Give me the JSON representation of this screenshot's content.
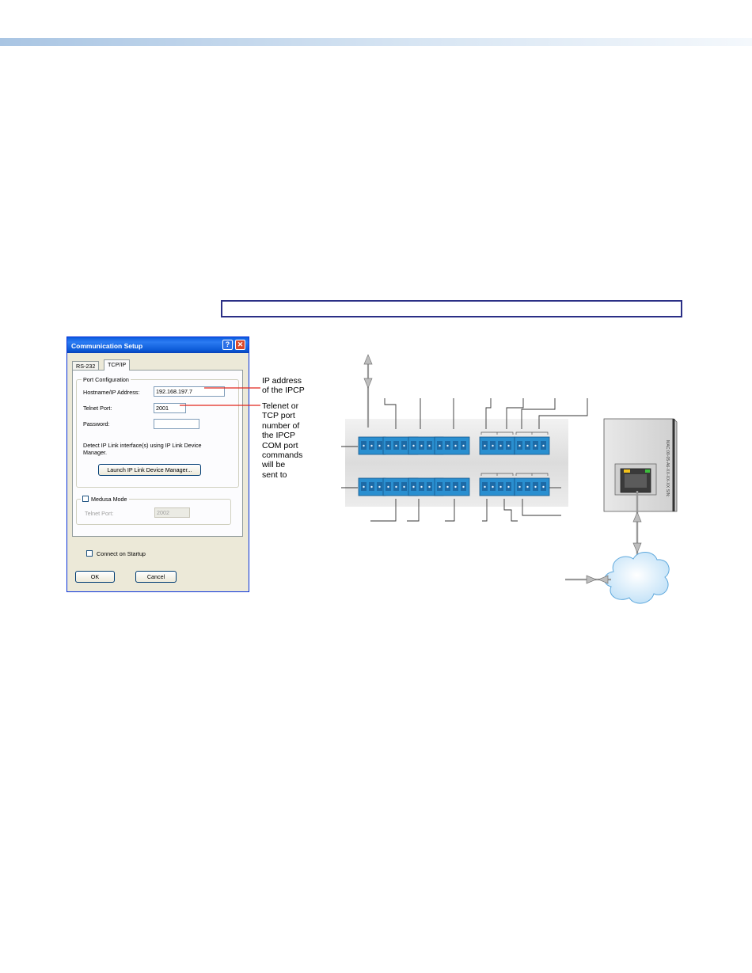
{
  "dialog": {
    "title": "Communication Setup",
    "help_glyph": "?",
    "close_glyph": "✕",
    "tabs": [
      {
        "label": "RS-232",
        "active": false
      },
      {
        "label": "TCP/IP",
        "active": true
      }
    ],
    "port_config": {
      "legend": "Port Configuration",
      "hostname_label": "Hostname/IP Address:",
      "hostname_value": "192.168.197.7",
      "telnet_label": "Telnet Port:",
      "telnet_value": "2001",
      "password_label": "Password:",
      "password_value": "",
      "detect_text": "Detect IP Link interface(s) using IP Link Device Manager.",
      "launch_button": "Launch IP Link Device Manager..."
    },
    "medusa": {
      "legend": "Medusa Mode",
      "checked": false,
      "telnet_label": "Telnet Port:",
      "telnet_value": "2002"
    },
    "connect_on_startup": {
      "label": "Connect on Startup",
      "checked": false
    },
    "ok_button": "OK",
    "cancel_button": "Cancel"
  },
  "callouts": {
    "ip_address": [
      "IP address",
      "of the IPCP"
    ],
    "telnet_port": [
      "Telenet or",
      "TCP port",
      "number of",
      "the IPCP",
      "COM port",
      "commands",
      "will be",
      "sent to"
    ]
  },
  "device_label": "MAC:00-05-A6-XX-XX-XX S/N:",
  "colors": {
    "connector_blue": "#2a8fd0",
    "callout_red": "#e1261c",
    "title_blue": "#0a5ce0",
    "frame_navy": "#2b2f86"
  }
}
